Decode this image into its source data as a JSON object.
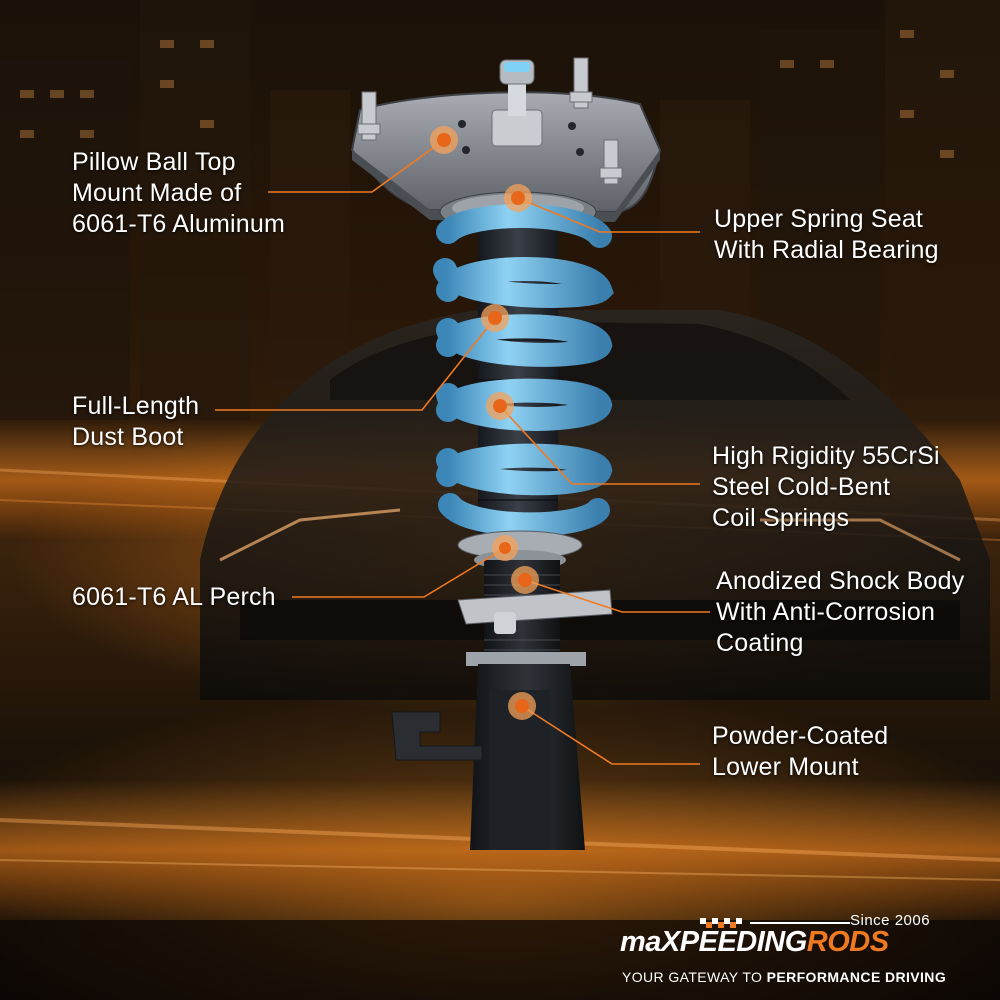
{
  "callouts": [
    {
      "label": "Pillow Ball Top\nMount Made of\n6061-T6 Aluminum"
    },
    {
      "label": "Upper Spring Seat\nWith Radial Bearing"
    },
    {
      "label": "Full-Length\nDust Boot"
    },
    {
      "label": "High Rigidity 55CrSi\nSteel Cold-Bent\nCoil Springs"
    },
    {
      "label": "6061-T6 AL Perch"
    },
    {
      "label": "Anodized Shock Body\nWith Anti-Corrosion\nCoating"
    },
    {
      "label": "Powder-Coated\nLower Mount"
    }
  ],
  "brand": {
    "since": "Since 2006",
    "logo_part1": "maX",
    "logo_part2": "PEEDING",
    "logo_part3": "RODS",
    "tagline_prefix": "YOUR GATEWAY TO ",
    "tagline_emphasis": "PERFORMANCE DRIVING"
  },
  "colors": {
    "accent": "#f07a22",
    "spring": "#7fc6ec",
    "label_text": "#ffffff"
  }
}
